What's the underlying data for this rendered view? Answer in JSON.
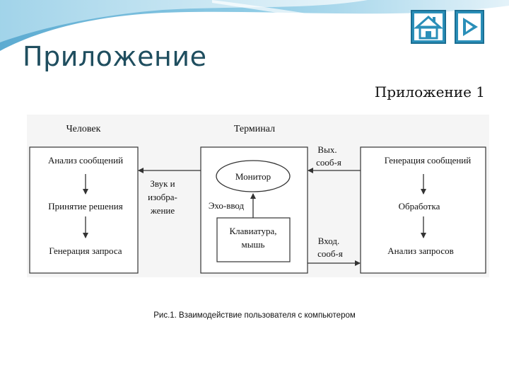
{
  "slide": {
    "title": "Приложение",
    "subtitle": "Приложение 1",
    "caption": "Рис.1. Взаимодействие пользователя с компьютером"
  },
  "nav": {
    "home_icon": "home-icon",
    "next_icon": "play-next-icon"
  },
  "diagram": {
    "human": {
      "label": "Человек",
      "steps": [
        "Анализ сообщений",
        "Принятие решения",
        "Генерация запроса"
      ]
    },
    "terminal": {
      "label": "Терминал",
      "monitor": "Монитор",
      "echo": "Эхо-ввод",
      "keyboard_line1": "Клавиатура,",
      "keyboard_line2": "мышь"
    },
    "sound_line1": "Звук и",
    "sound_line2": "изобра-",
    "sound_line3": "жение",
    "out_line1": "Вых.",
    "out_line2": "сооб-я",
    "in_line1": "Вход.",
    "in_line2": "сооб-я",
    "computer": {
      "steps": [
        "Генерация сообщений",
        "Обработка",
        "Анализ запросов"
      ]
    }
  },
  "colors": {
    "title": "#1f4e5f",
    "wave_dark": "#6fb8da",
    "wave_light": "#c9e6f3",
    "diagram_bg": "#f5f5f5",
    "button_border": "#2a8fb9"
  }
}
